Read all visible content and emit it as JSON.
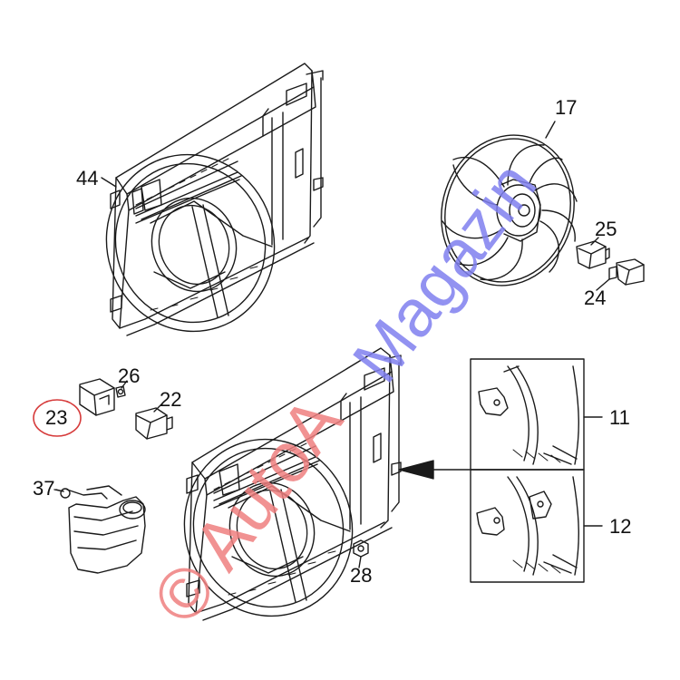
{
  "callouts": {
    "p44": "44",
    "p17": "17",
    "p25": "25",
    "p24": "24",
    "p26": "26",
    "p22": "22",
    "p23": "23",
    "p37": "37",
    "p28": "28",
    "p11": "11",
    "p12": "12"
  },
  "highlight": {
    "part": "23",
    "color": "#d63a3a"
  },
  "watermark": {
    "red_text": "© AutoA",
    "blue_text": "Magazin",
    "red_color": "#ef7f7f",
    "blue_color": "#7f7fef"
  },
  "icons": [
    "fan-shroud-icon",
    "fan-blade-icon",
    "resistor-icon",
    "coolant-reservoir-icon",
    "nut-icon",
    "arrow-icon"
  ]
}
